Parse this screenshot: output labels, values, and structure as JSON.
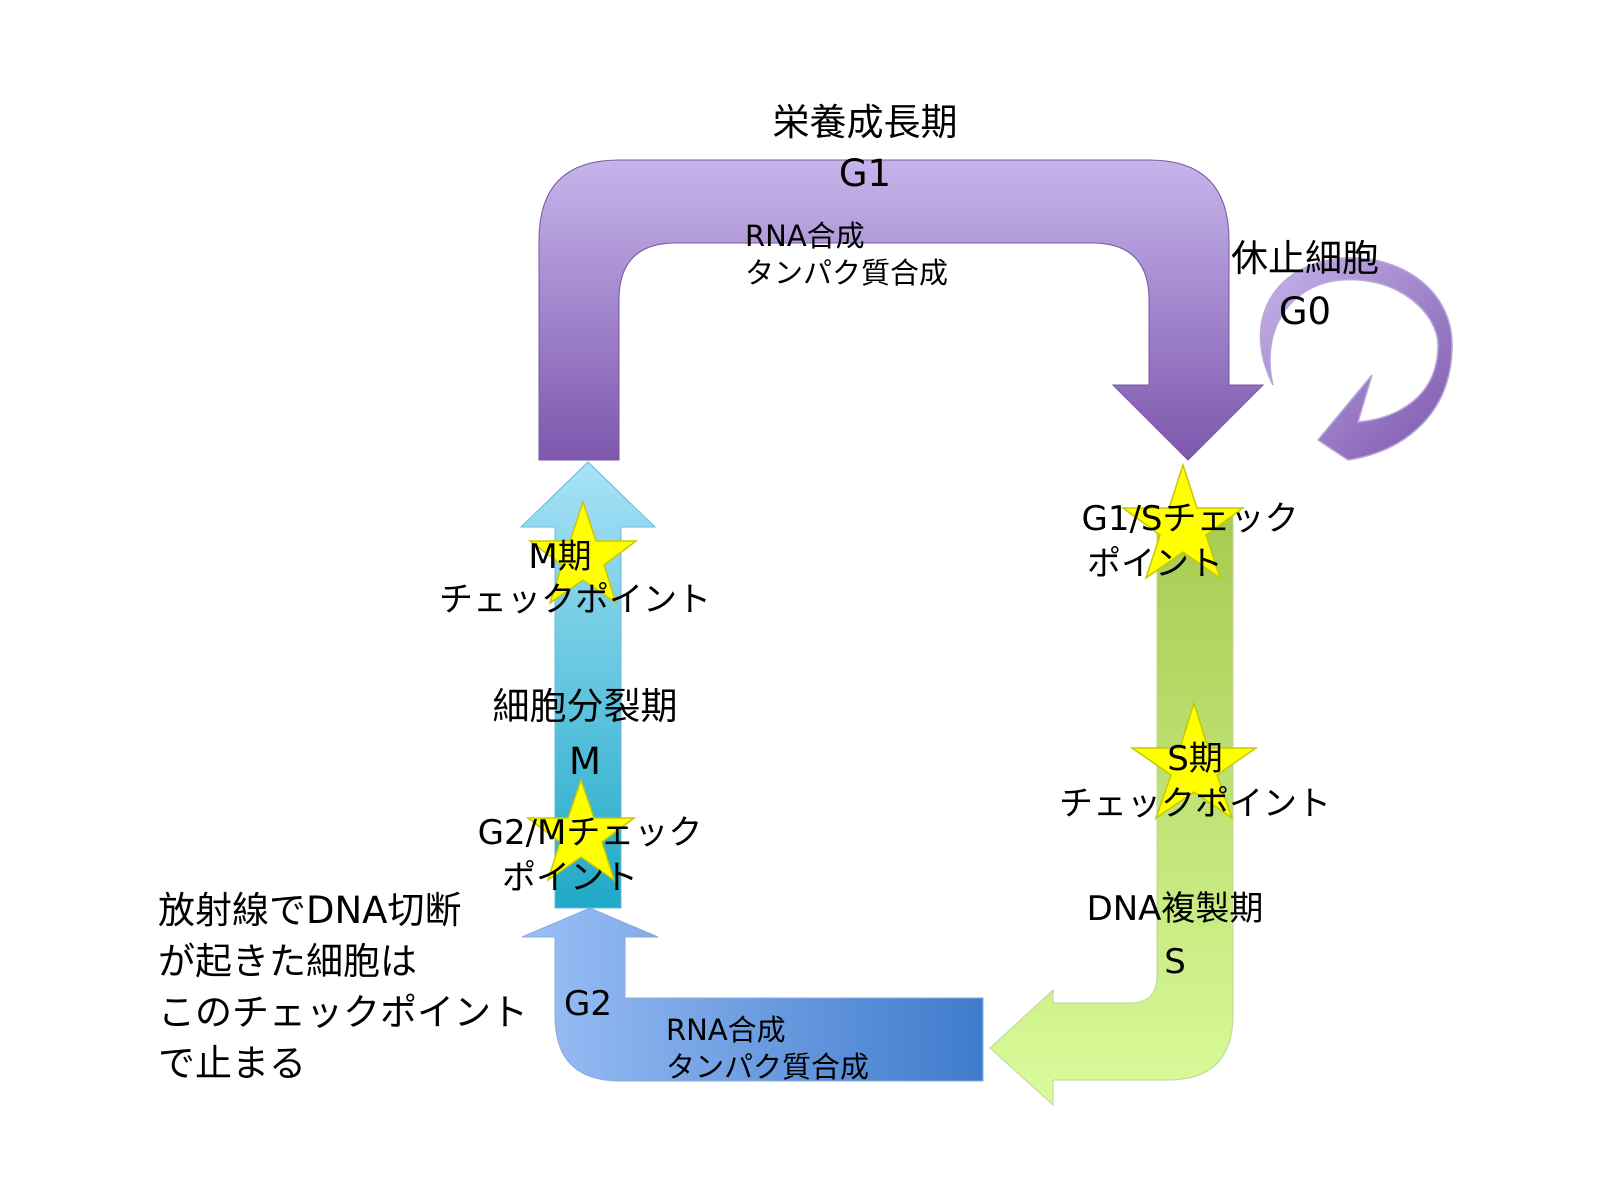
{
  "colors": {
    "g1_top": "#c7b4eb",
    "g1_bottom": "#7d57ad",
    "s_top": "#a7cb51",
    "s_bottom": "#d9fb9b",
    "g2_left": "#9cbff6",
    "g2_right": "#3e7bcc",
    "m_top": "#a8e2f8",
    "m_bottom": "#1fa9c7",
    "star_fill": "#ffff00",
    "star_stroke": "#c8c800"
  },
  "phases": {
    "g1": {
      "name": "栄養成長期",
      "code": "G1",
      "activity_1": "RNA合成",
      "activity_2": "タンパク質合成"
    },
    "g0": {
      "name": "休止細胞",
      "code": "G0"
    },
    "s": {
      "name": "DNA複製期",
      "code": "S"
    },
    "g2": {
      "code": "G2",
      "activity_1": "RNA合成",
      "activity_2": "タンパク質合成"
    },
    "m": {
      "name": "細胞分裂期",
      "code": "M"
    }
  },
  "checkpoints": {
    "g1s": {
      "line_1": "G1/Sチェック",
      "line_2": "ポイント"
    },
    "s": {
      "line_1": "S期",
      "line_2": "チェックポイント"
    },
    "g2m": {
      "line_1": "G2/Mチェック",
      "line_2": "ポイント"
    },
    "m": {
      "line_1": "M期",
      "line_2": "チェックポイント"
    }
  },
  "note": {
    "line_1": "放射線でDNA切断",
    "line_2": "が起きた細胞は",
    "line_3": "このチェックポイント",
    "line_4": "で止まる"
  }
}
